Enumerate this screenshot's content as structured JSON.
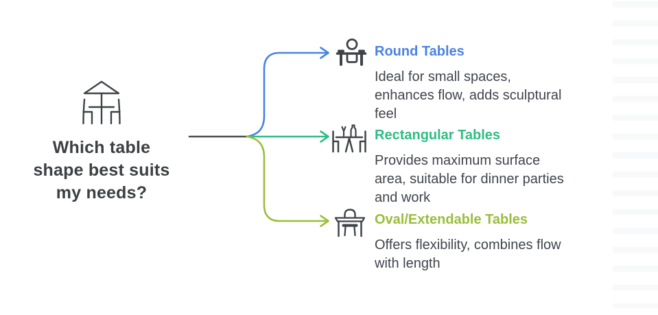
{
  "diagram": {
    "title": "Which table shape best suits my needs?",
    "title_lines": [
      "Which table",
      "shape best suits",
      "my needs?"
    ],
    "root_icon": "patio-table-umbrella-icon"
  },
  "branches": [
    {
      "label": "Round Tables",
      "color": "#4a82e4",
      "icon": "person-at-round-table-icon",
      "description": "Ideal for small spaces, enhances flow, adds sculptural feel",
      "description_lines": [
        "Ideal for small spaces,",
        "enhances flow, adds sculptural",
        "feel"
      ]
    },
    {
      "label": "Rectangular Tables",
      "color": "#2ebd82",
      "icon": "dining-table-wine-icon",
      "description": "Provides maximum surface area, suitable for dinner parties and work",
      "description_lines": [
        "Provides maximum surface",
        "area, suitable for dinner parties",
        "and work"
      ]
    },
    {
      "label": "Oval/Extendable Tables",
      "color": "#9bbd3a",
      "icon": "desk-with-chair-icon",
      "description": "Offers flexibility, combines flow with length",
      "description_lines": [
        "Offers flexibility, combines flow",
        "with length"
      ]
    }
  ],
  "colors": {
    "title_text": "#3c4043",
    "body_text": "#3f444c",
    "icon_stroke": "#3e4347",
    "connector_root": "#4b4e52",
    "branch_blue": "#4a82e4",
    "branch_green": "#2ebd82",
    "branch_lime": "#9bbd3a",
    "background": "#ffffff",
    "ghost_row": "#f7f8f9"
  }
}
